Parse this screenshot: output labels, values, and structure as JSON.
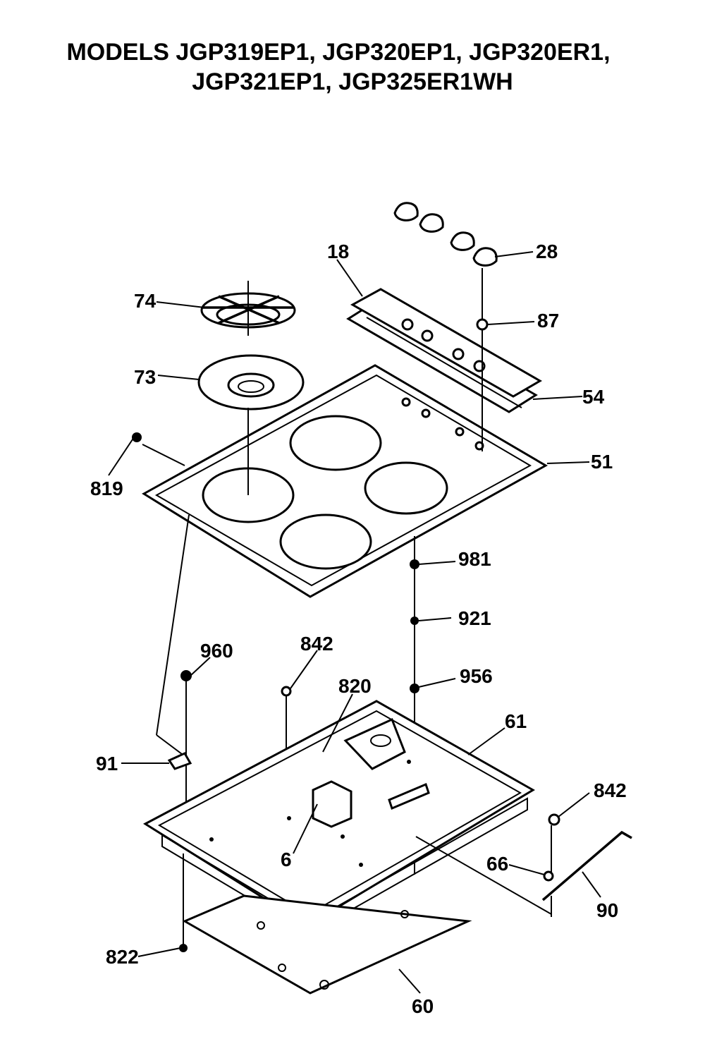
{
  "title": {
    "line1": "MODELS JGP319EP1, JGP320EP1, JGP320ER1,",
    "line2": "JGP321EP1, JGP325ER1WH"
  },
  "callouts": {
    "c18": "18",
    "c28": "28",
    "c74": "74",
    "c87": "87",
    "c73": "73",
    "c54": "54",
    "c51": "51",
    "c819": "819",
    "c981": "981",
    "c921": "921",
    "c960": "960",
    "c842a": "842",
    "c820": "820",
    "c956": "956",
    "c61": "61",
    "c91": "91",
    "c842b": "842",
    "c6": "6",
    "c66": "66",
    "c90": "90",
    "c822": "822",
    "c60": "60"
  }
}
